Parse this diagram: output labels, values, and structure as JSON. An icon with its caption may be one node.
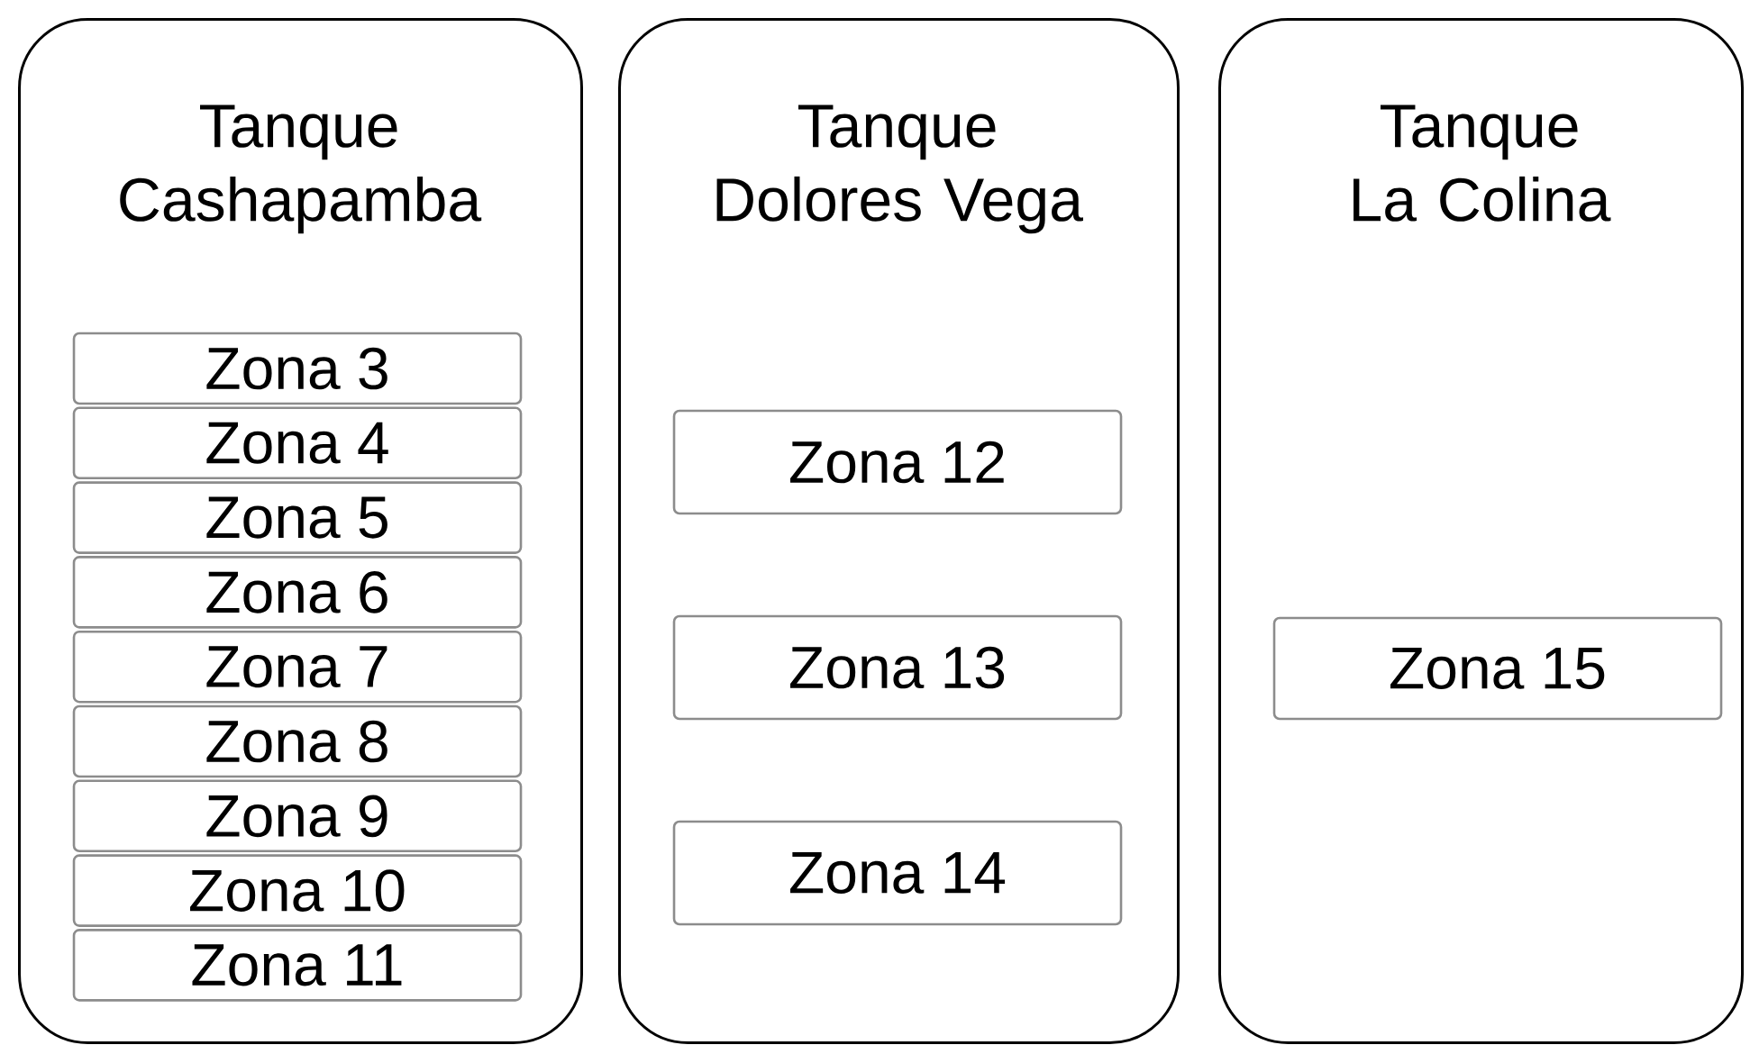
{
  "diagram": {
    "nodes": [
      {
        "text": [
          "Tanque Cashapamba"
        ]
      },
      {
        "text": [
          "Zona 3"
        ],
        "in": 0
      },
      {
        "text": [
          "Zona 4"
        ],
        "in": 0
      },
      {
        "text": [
          "Zona 5"
        ],
        "in": 0
      },
      {
        "text": [
          "Zona 6"
        ],
        "in": 0
      },
      {
        "text": [
          "Zona 7"
        ],
        "in": 0
      },
      {
        "text": [
          "Zona 8"
        ],
        "in": 0
      },
      {
        "text": [
          "Zona 9"
        ],
        "in": 0
      },
      {
        "text": [
          "Zona 10"
        ],
        "in": 0
      },
      {
        "text": [
          "Zona 11"
        ],
        "in": 0
      },
      {
        "text": [
          "Tanque Dolores Vega"
        ]
      },
      {
        "text": [
          "Zona 12"
        ],
        "in": 10
      },
      {
        "text": [
          "Zona 13"
        ],
        "in": 10
      },
      {
        "text": [
          "Zona 14"
        ],
        "in": 10
      },
      {
        "text": [
          "Tanque La Colina"
        ]
      },
      {
        "text": [
          "Zona 15"
        ],
        "in": 14
      }
    ]
  }
}
